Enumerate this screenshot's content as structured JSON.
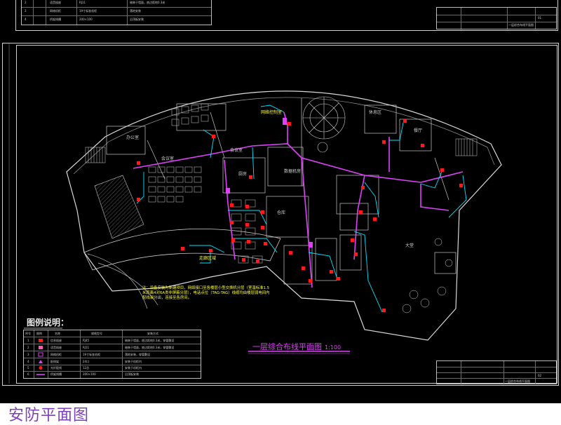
{
  "plan": {
    "title": "一层综合布线平面图",
    "scale": "1:100",
    "rooms": {
      "network_room": "网络控制室",
      "server_room": "数据机房",
      "meeting_a": "会议室",
      "meeting_b": "会议室",
      "office": "办公室",
      "lobby": "大堂",
      "restaurant": "餐厅",
      "drawing_label": "走廊区域",
      "kitchen": "厨房",
      "storage": "仓库",
      "activity": "休息区"
    },
    "note": "注：设备安装为新建项目，网络接口至各楼层小型交换机分层（室温标准1.5米距离4对6A类非屏蔽分层），电话点位（TAG-TAG）线缆均由楼层弱电间内配线架分出，连接至各房间。"
  },
  "legend": {
    "title": "图例说明：",
    "headers": [
      "序号",
      "图例",
      "名称",
      "规格型号",
      "安装方式"
    ],
    "rows": [
      [
        "1",
        "",
        "信息插座",
        "RJ45",
        "暗装于墙面，底边距地0.3米，穿管敷设"
      ],
      [
        "2",
        "",
        "语音插座",
        "RJ11",
        "暗装于墙面，底边距地0.3米，穿管敷设"
      ],
      [
        "3",
        "",
        "网络机柜",
        "19寸标准机柜",
        "落地安装，穿管敷设"
      ],
      [
        "4",
        "",
        "配线架",
        "24口",
        "安装于机柜内"
      ],
      [
        "5",
        "",
        "光纤配线",
        "12芯",
        "安装于机柜内"
      ],
      [
        "6",
        "",
        "桥架线槽",
        "200×100",
        "沿顶板安装"
      ]
    ]
  },
  "top_legend_rows": [
    [
      "2",
      "",
      "语音插座",
      "RJ11",
      "暗装于墙面，底边距地0.3米"
    ],
    [
      "3",
      "",
      "网络机柜",
      "19寸标准机柜",
      "落地安装"
    ],
    [
      "4",
      "",
      "桥架线槽",
      "200×100",
      "沿顶板安装"
    ]
  ],
  "title_block_top": {
    "project": "一层综合布线平面图",
    "drawing_no": "01"
  },
  "title_block_bottom": {
    "project": "一层综合布线平面图",
    "drawing_no": "02"
  },
  "caption": "安防平面图",
  "colors": {
    "background": "#000000",
    "cable_magenta": "#e040fb",
    "cable_cyan": "#00e5ff",
    "device_red": "#ff1a1a",
    "note_yellow": "#ffff33",
    "caption_purple": "#7b3fb8"
  }
}
